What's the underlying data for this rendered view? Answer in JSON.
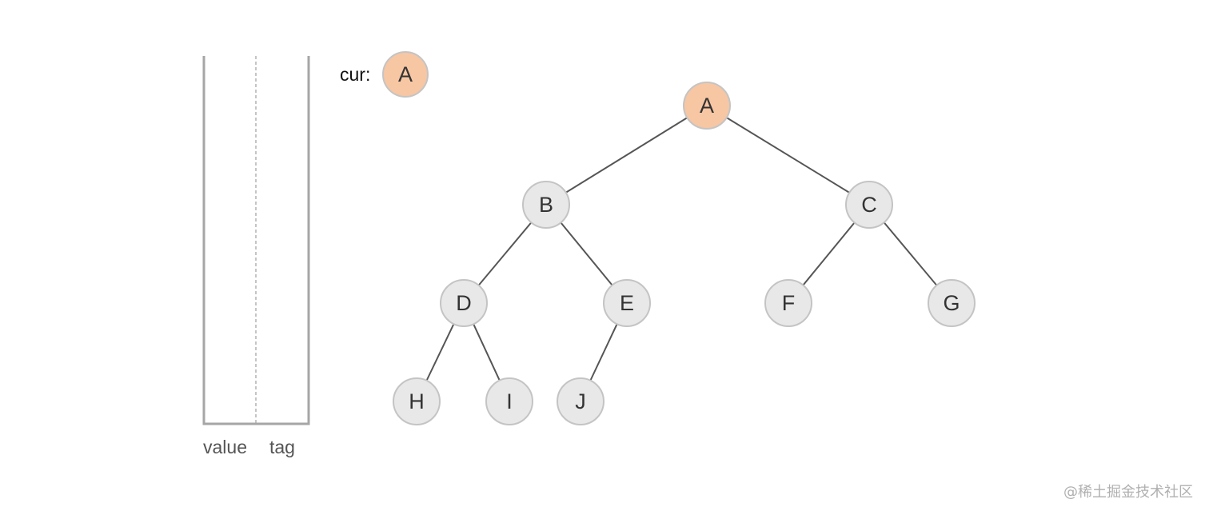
{
  "colors": {
    "highlight_fill": "#f7c6a3",
    "node_fill": "#e8e8e8",
    "node_stroke": "#c4c4c4",
    "edge": "#555555",
    "stack_wall": "#a6a6a6"
  },
  "stack": {
    "value_label": "value",
    "tag_label": "tag"
  },
  "current": {
    "label": "cur:",
    "node": "A"
  },
  "tree": {
    "root": "A",
    "highlighted": [
      "A"
    ],
    "nodes": [
      {
        "id": "A",
        "label": "A",
        "depth": 0
      },
      {
        "id": "B",
        "label": "B",
        "depth": 1,
        "parent": "A"
      },
      {
        "id": "C",
        "label": "C",
        "depth": 1,
        "parent": "A"
      },
      {
        "id": "D",
        "label": "D",
        "depth": 2,
        "parent": "B"
      },
      {
        "id": "E",
        "label": "E",
        "depth": 2,
        "parent": "B"
      },
      {
        "id": "F",
        "label": "F",
        "depth": 2,
        "parent": "C"
      },
      {
        "id": "G",
        "label": "G",
        "depth": 2,
        "parent": "C"
      },
      {
        "id": "H",
        "label": "H",
        "depth": 3,
        "parent": "D"
      },
      {
        "id": "I",
        "label": "I",
        "depth": 3,
        "parent": "D"
      },
      {
        "id": "J",
        "label": "J",
        "depth": 3,
        "parent": "E"
      }
    ],
    "edges": [
      [
        "A",
        "B"
      ],
      [
        "A",
        "C"
      ],
      [
        "B",
        "D"
      ],
      [
        "B",
        "E"
      ],
      [
        "C",
        "F"
      ],
      [
        "C",
        "G"
      ],
      [
        "D",
        "H"
      ],
      [
        "D",
        "I"
      ],
      [
        "E",
        "J"
      ]
    ]
  },
  "watermark": "@稀土掘金技术社区"
}
